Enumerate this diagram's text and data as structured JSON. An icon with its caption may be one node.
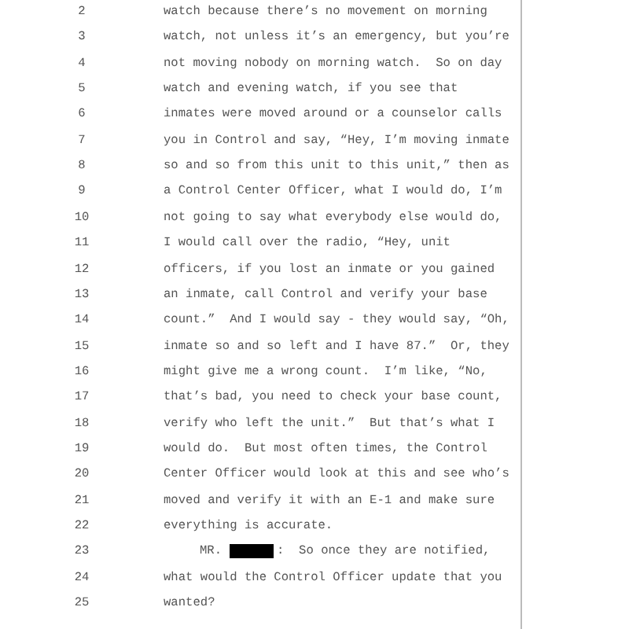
{
  "diagram": {
    "labels": [
      "2",
      "watch because there’s no movement on morning",
      "3",
      "watch, not unless it’s an emergency, but you’re",
      "4",
      "not moving nobody on morning watch.  So on day",
      "5",
      "watch and evening watch, if you see that",
      "6",
      "inmates were moved around or a counselor calls",
      "7",
      "you in Control and say, “Hey, I’m moving inmate",
      "8",
      "so and so from this unit to this unit,” then as",
      "9",
      "a Control Center Officer, what I would do, I’m",
      "10",
      "not going to say what everybody else would do,",
      "11",
      "I would call over the radio, “Hey, unit",
      "12",
      "officers, if you lost an inmate or you gained",
      "13",
      "an inmate, call Control and verify your base",
      "14",
      "count.”  And I would say - they would say, “Oh,",
      "15",
      "inmate so and so left and I have 87.”  Or, they",
      "16",
      "might give me a wrong count.  I’m like, “No,",
      "17",
      "that’s bad, you need to check your base count,",
      "18",
      "verify who left the unit.”  But that’s what I",
      "19",
      "would do.  But most often times, the Control",
      "20",
      "Center Officer would look at this and see who’s",
      "21",
      "moved and verify it with an E-1 and make sure",
      "22",
      "everything is accurate.",
      "23",
      "MR.",
      ":  So once they are notified,",
      "24",
      "what would the Control Officer update that you",
      "25",
      "wanted?"
    ]
  }
}
